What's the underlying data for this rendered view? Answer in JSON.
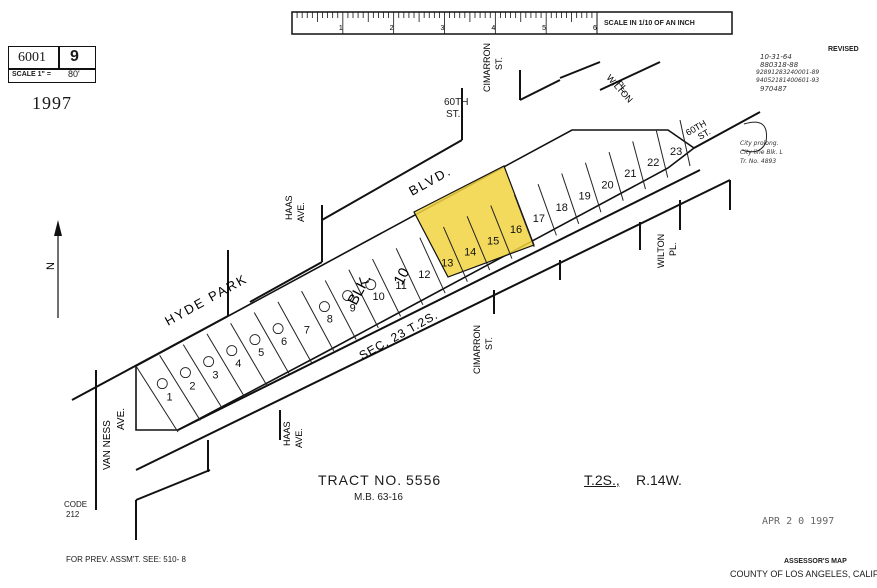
{
  "header": {
    "map_book": "6001",
    "page": "9",
    "scale_label": "SCALE 1\" =",
    "scale_value": "80'",
    "year": "1997",
    "scale_bar_label": "SCALE IN 1/10 OF AN INCH",
    "scale_ticks": [
      "1",
      "2",
      "3",
      "4",
      "5",
      "6"
    ],
    "revised_label": "REVISED",
    "revision_notes": [
      "10-31-64",
      "880318-88",
      "92891283240001-89",
      "94052181400601-93",
      "970487"
    ]
  },
  "streets": {
    "hyde_park": "HYDE PARK",
    "blvd": "BLVD.",
    "sixtieth_left": [
      "60TH",
      "ST."
    ],
    "sixtieth_right": [
      "60TH",
      "ST."
    ],
    "cimarron_top": [
      "CIMARRON",
      "ST."
    ],
    "cimarron_bottom": [
      "CIMARRON",
      "ST."
    ],
    "wilton_top": [
      "WILTON",
      "PL."
    ],
    "wilton_bottom": [
      "WILTON",
      "PL."
    ],
    "haas_top": [
      "HAAS",
      "AVE."
    ],
    "haas_bottom": [
      "HAAS",
      "AVE."
    ],
    "van_ness": [
      "VAN NESS",
      "AVE."
    ],
    "section": "SEC. 23  T.2S."
  },
  "block": {
    "label_blk": "BLK.",
    "label_num": "10",
    "parcels": [
      "1",
      "2",
      "3",
      "4",
      "5",
      "6",
      "7",
      "8",
      "9",
      "10",
      "11",
      "12",
      "13",
      "14",
      "15",
      "16",
      "17",
      "18",
      "19",
      "20",
      "21",
      "22",
      "23"
    ],
    "circled_numbers": [
      "1",
      "2",
      "3",
      "4",
      "5",
      "6",
      "8",
      "9",
      "10"
    ],
    "highlighted_parcels": [
      "14",
      "15",
      "16",
      "17"
    ],
    "highlight_color": "#f2d33f",
    "north_label": "N",
    "note": [
      "City prolong.",
      "City line Blk. L",
      "Tr. No. 4893"
    ]
  },
  "footer": {
    "tract_label": "TRACT  NO.",
    "tract_number": "5556",
    "mb": "M.B. 63-16",
    "township": "T.2S.,",
    "range": "R.14W.",
    "code_label": "CODE",
    "code_value": "212",
    "prev_assmt": "FOR PREV. ASSM'T. SEE: 510- 8",
    "stamp_date": "APR 2 0 1997",
    "assessor_line1": "ASSESSOR'S MAP",
    "assessor_line2": "COUNTY OF LOS ANGELES, CALIF."
  }
}
